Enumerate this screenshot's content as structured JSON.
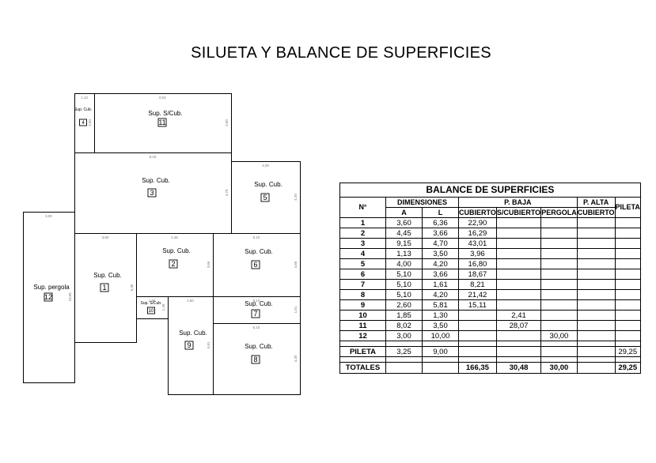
{
  "title": "SILUETA Y BALANCE DE SUPERFICIES",
  "plan": {
    "rooms": [
      {
        "id": "4",
        "label": "Sup. Cub.",
        "dims": [
          "1,13",
          "3,50"
        ]
      },
      {
        "id": "11",
        "label": "Sup. S/Cub.",
        "dims": [
          "8,02",
          "3,50"
        ]
      },
      {
        "id": "3",
        "label": "Sup. Cub.",
        "dims": [
          "9,15",
          "4,70"
        ]
      },
      {
        "id": "5",
        "label": "Sup. Cub.",
        "dims": [
          "4,00",
          "4,20"
        ]
      },
      {
        "id": "12",
        "label": "Sup. pergola",
        "dims": [
          "3,00",
          "10,00"
        ]
      },
      {
        "id": "1",
        "label": "Sup. Cub.",
        "dims": [
          "3,60",
          "6,36"
        ]
      },
      {
        "id": "2",
        "label": "Sup. Cub.",
        "dims": [
          "4,45",
          "3,66"
        ]
      },
      {
        "id": "6",
        "label": "Sup. Cub.",
        "dims": [
          "5,10",
          "3,66"
        ]
      },
      {
        "id": "10",
        "label": "Sup. S/Cub.",
        "dims": [
          "1,85",
          "1,30"
        ]
      },
      {
        "id": "9",
        "label": "Sup. Cub.",
        "dims": [
          "2,60",
          "5,81"
        ]
      },
      {
        "id": "7",
        "label": "Sup. Cub.",
        "dims": [
          "5,10",
          "1,61"
        ]
      },
      {
        "id": "8",
        "label": "Sup. Cub.",
        "dims": [
          "5,10",
          "4,20"
        ]
      }
    ]
  },
  "table": {
    "caption": "BALANCE DE SUPERFICIES",
    "headers": {
      "n": "N°",
      "dimensiones": "DIMENSIONES",
      "p_baja": "P. BAJA",
      "p_alta": "P. ALTA",
      "pileta": "PILETA",
      "a": "A",
      "l": "L",
      "cubierto": "CUBIERTO",
      "s_cubierto": "S/CUBIERTO",
      "pergola": "PERGOLA",
      "cubierto_alta": "CUBIERTO"
    },
    "rows": [
      {
        "n": "1",
        "a": "3,60",
        "l": "6,36",
        "cub": "22,90",
        "scub": "",
        "perg": "",
        "alta": "",
        "pil": ""
      },
      {
        "n": "2",
        "a": "4,45",
        "l": "3,66",
        "cub": "16,29",
        "scub": "",
        "perg": "",
        "alta": "",
        "pil": ""
      },
      {
        "n": "3",
        "a": "9,15",
        "l": "4,70",
        "cub": "43,01",
        "scub": "",
        "perg": "",
        "alta": "",
        "pil": ""
      },
      {
        "n": "4",
        "a": "1,13",
        "l": "3,50",
        "cub": "3,96",
        "scub": "",
        "perg": "",
        "alta": "",
        "pil": ""
      },
      {
        "n": "5",
        "a": "4,00",
        "l": "4,20",
        "cub": "16,80",
        "scub": "",
        "perg": "",
        "alta": "",
        "pil": ""
      },
      {
        "n": "6",
        "a": "5,10",
        "l": "3,66",
        "cub": "18,67",
        "scub": "",
        "perg": "",
        "alta": "",
        "pil": ""
      },
      {
        "n": "7",
        "a": "5,10",
        "l": "1,61",
        "cub": "8,21",
        "scub": "",
        "perg": "",
        "alta": "",
        "pil": ""
      },
      {
        "n": "8",
        "a": "5,10",
        "l": "4,20",
        "cub": "21,42",
        "scub": "",
        "perg": "",
        "alta": "",
        "pil": ""
      },
      {
        "n": "9",
        "a": "2,60",
        "l": "5,81",
        "cub": "15,11",
        "scub": "",
        "perg": "",
        "alta": "",
        "pil": ""
      },
      {
        "n": "10",
        "a": "1,85",
        "l": "1,30",
        "cub": "",
        "scub": "2,41",
        "perg": "",
        "alta": "",
        "pil": ""
      },
      {
        "n": "11",
        "a": "8,02",
        "l": "3,50",
        "cub": "",
        "scub": "28,07",
        "perg": "",
        "alta": "",
        "pil": ""
      },
      {
        "n": "12",
        "a": "3,00",
        "l": "10,00",
        "cub": "",
        "scub": "",
        "perg": "30,00",
        "alta": "",
        "pil": ""
      }
    ],
    "pileta": {
      "n": "PILETA",
      "a": "3,25",
      "l": "9,00",
      "cub": "",
      "scub": "",
      "perg": "",
      "alta": "",
      "pil": "29,25"
    },
    "totales": {
      "n": "TOTALES",
      "a": "",
      "l": "",
      "cub": "166,35",
      "scub": "30,48",
      "perg": "30,00",
      "alta": "",
      "pil": "29,25"
    }
  }
}
